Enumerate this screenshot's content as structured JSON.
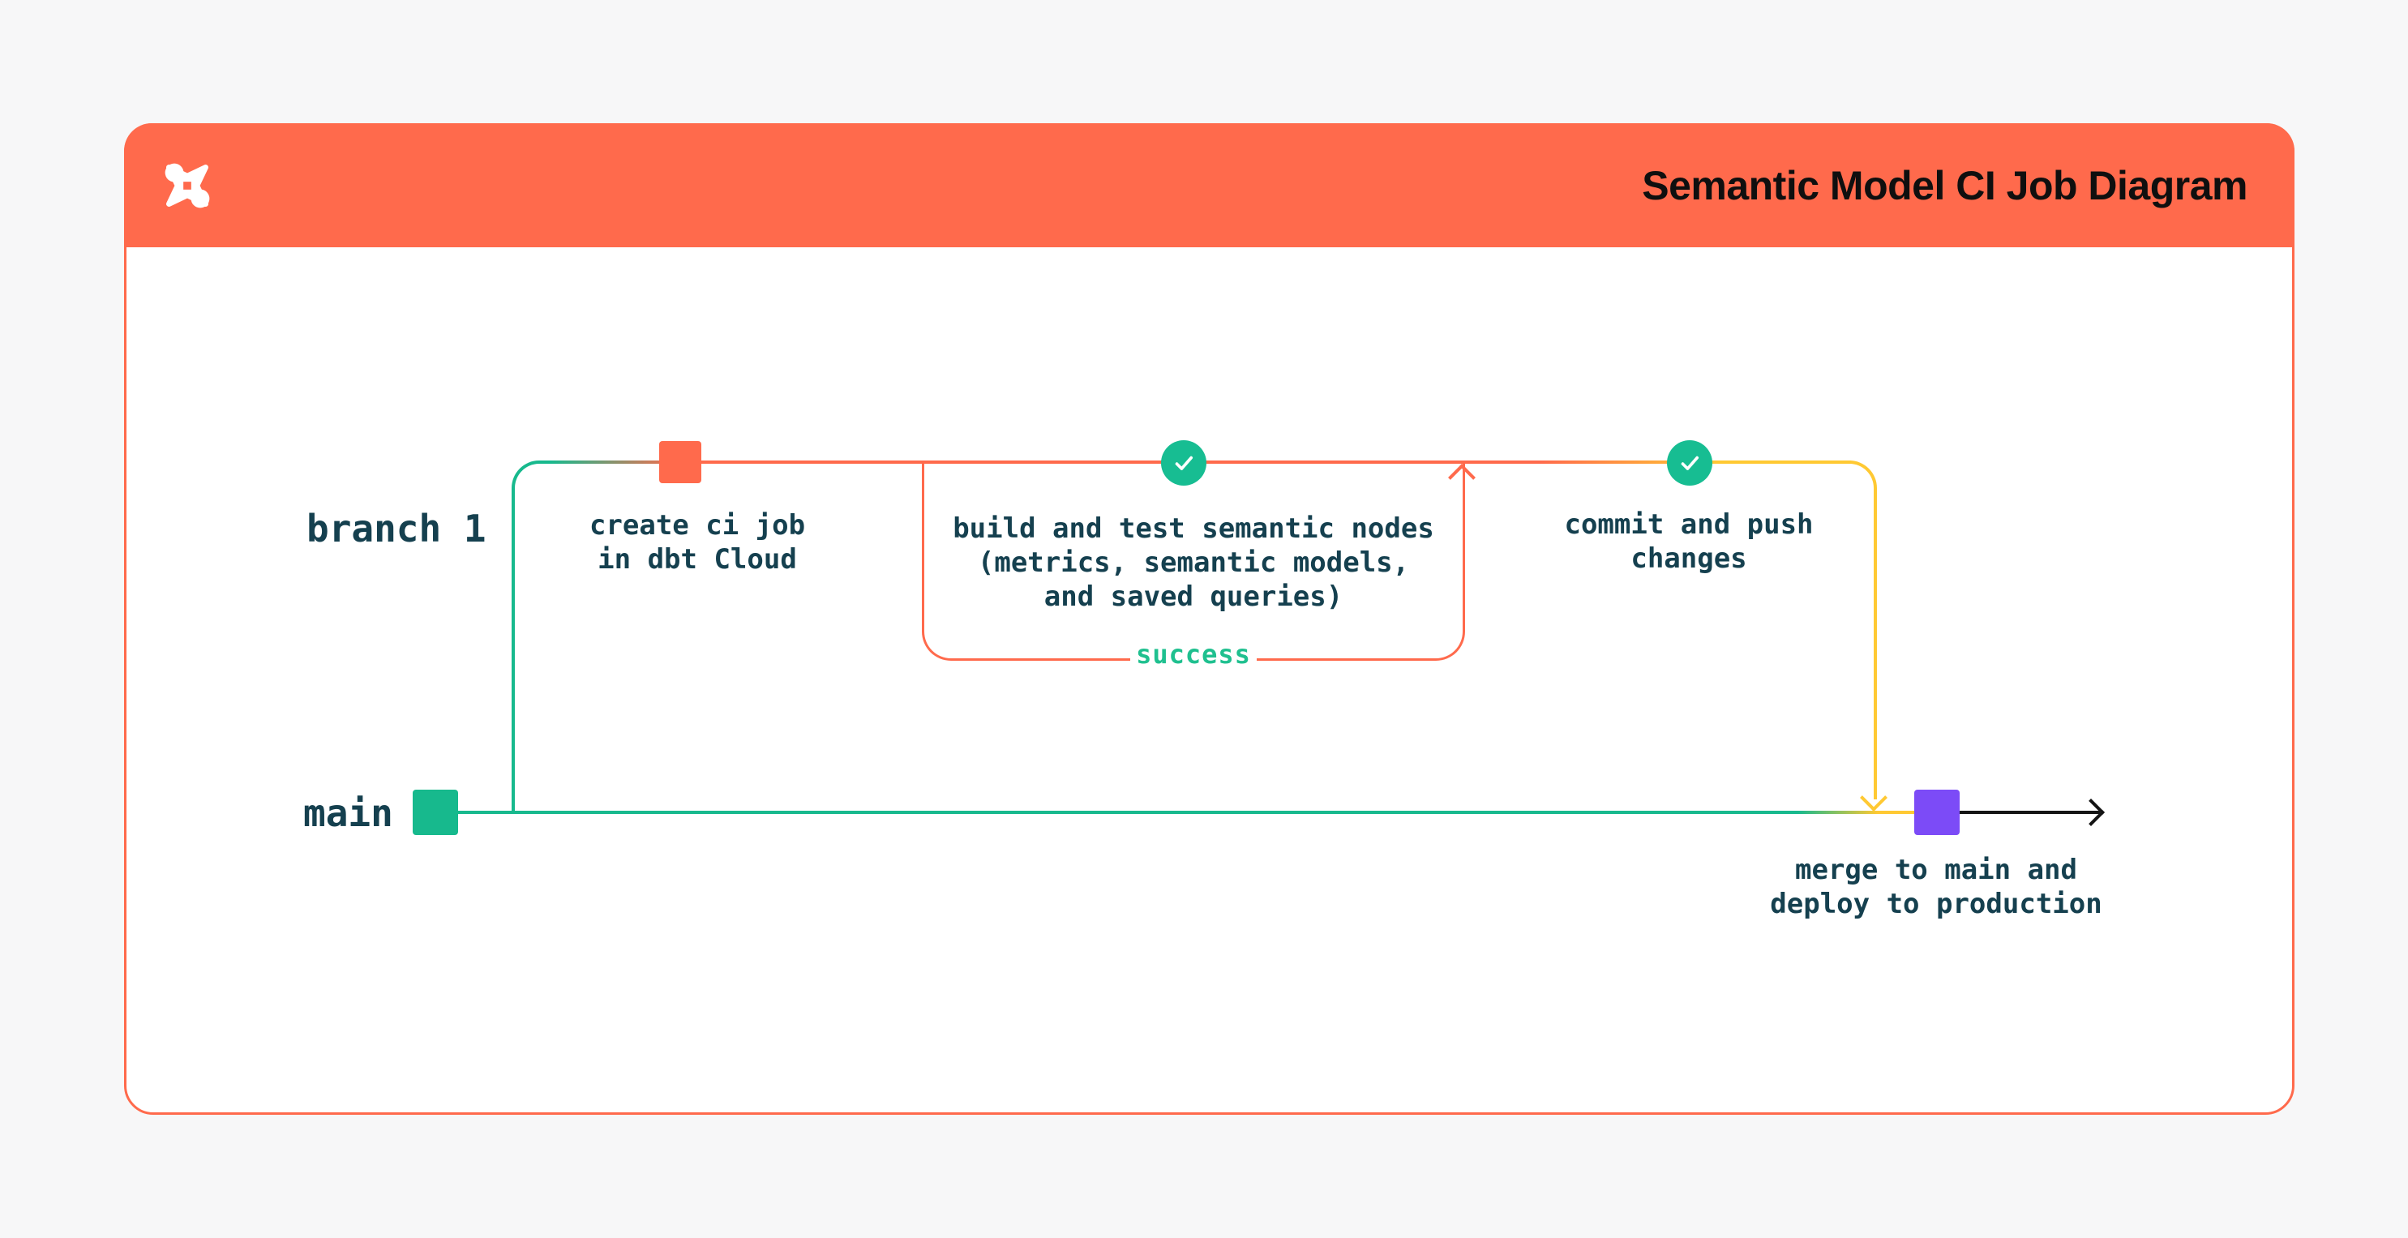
{
  "header": {
    "title": "Semantic Model CI Job Diagram",
    "logo": "dbt-logo"
  },
  "diagram": {
    "lanes": {
      "branch": "branch 1",
      "main": "main"
    },
    "steps": [
      {
        "id": "create-ci-job",
        "marker": "orange-commit-square",
        "label": "create ci job\nin dbt Cloud"
      },
      {
        "id": "build-and-test",
        "marker": "check-circle",
        "label": "build and test semantic nodes\n(metrics, semantic models,\nand saved queries)",
        "loop_label": "success"
      },
      {
        "id": "commit-push",
        "marker": "check-circle",
        "label": "commit and push\nchanges"
      },
      {
        "id": "merge-deploy",
        "marker": "purple-commit-square",
        "label": "merge to main and\ndeploy to production"
      }
    ],
    "labels": {
      "success": "success"
    },
    "colors": {
      "orange": "#ff6a4c",
      "green": "#17b98d",
      "yellow": "#ffc933",
      "purple": "#7c4bf7",
      "text_dark": "#15404f",
      "title_text": "#0f0f0f",
      "card_background": "#ffffff",
      "page_background": "#f7f7f8"
    }
  }
}
